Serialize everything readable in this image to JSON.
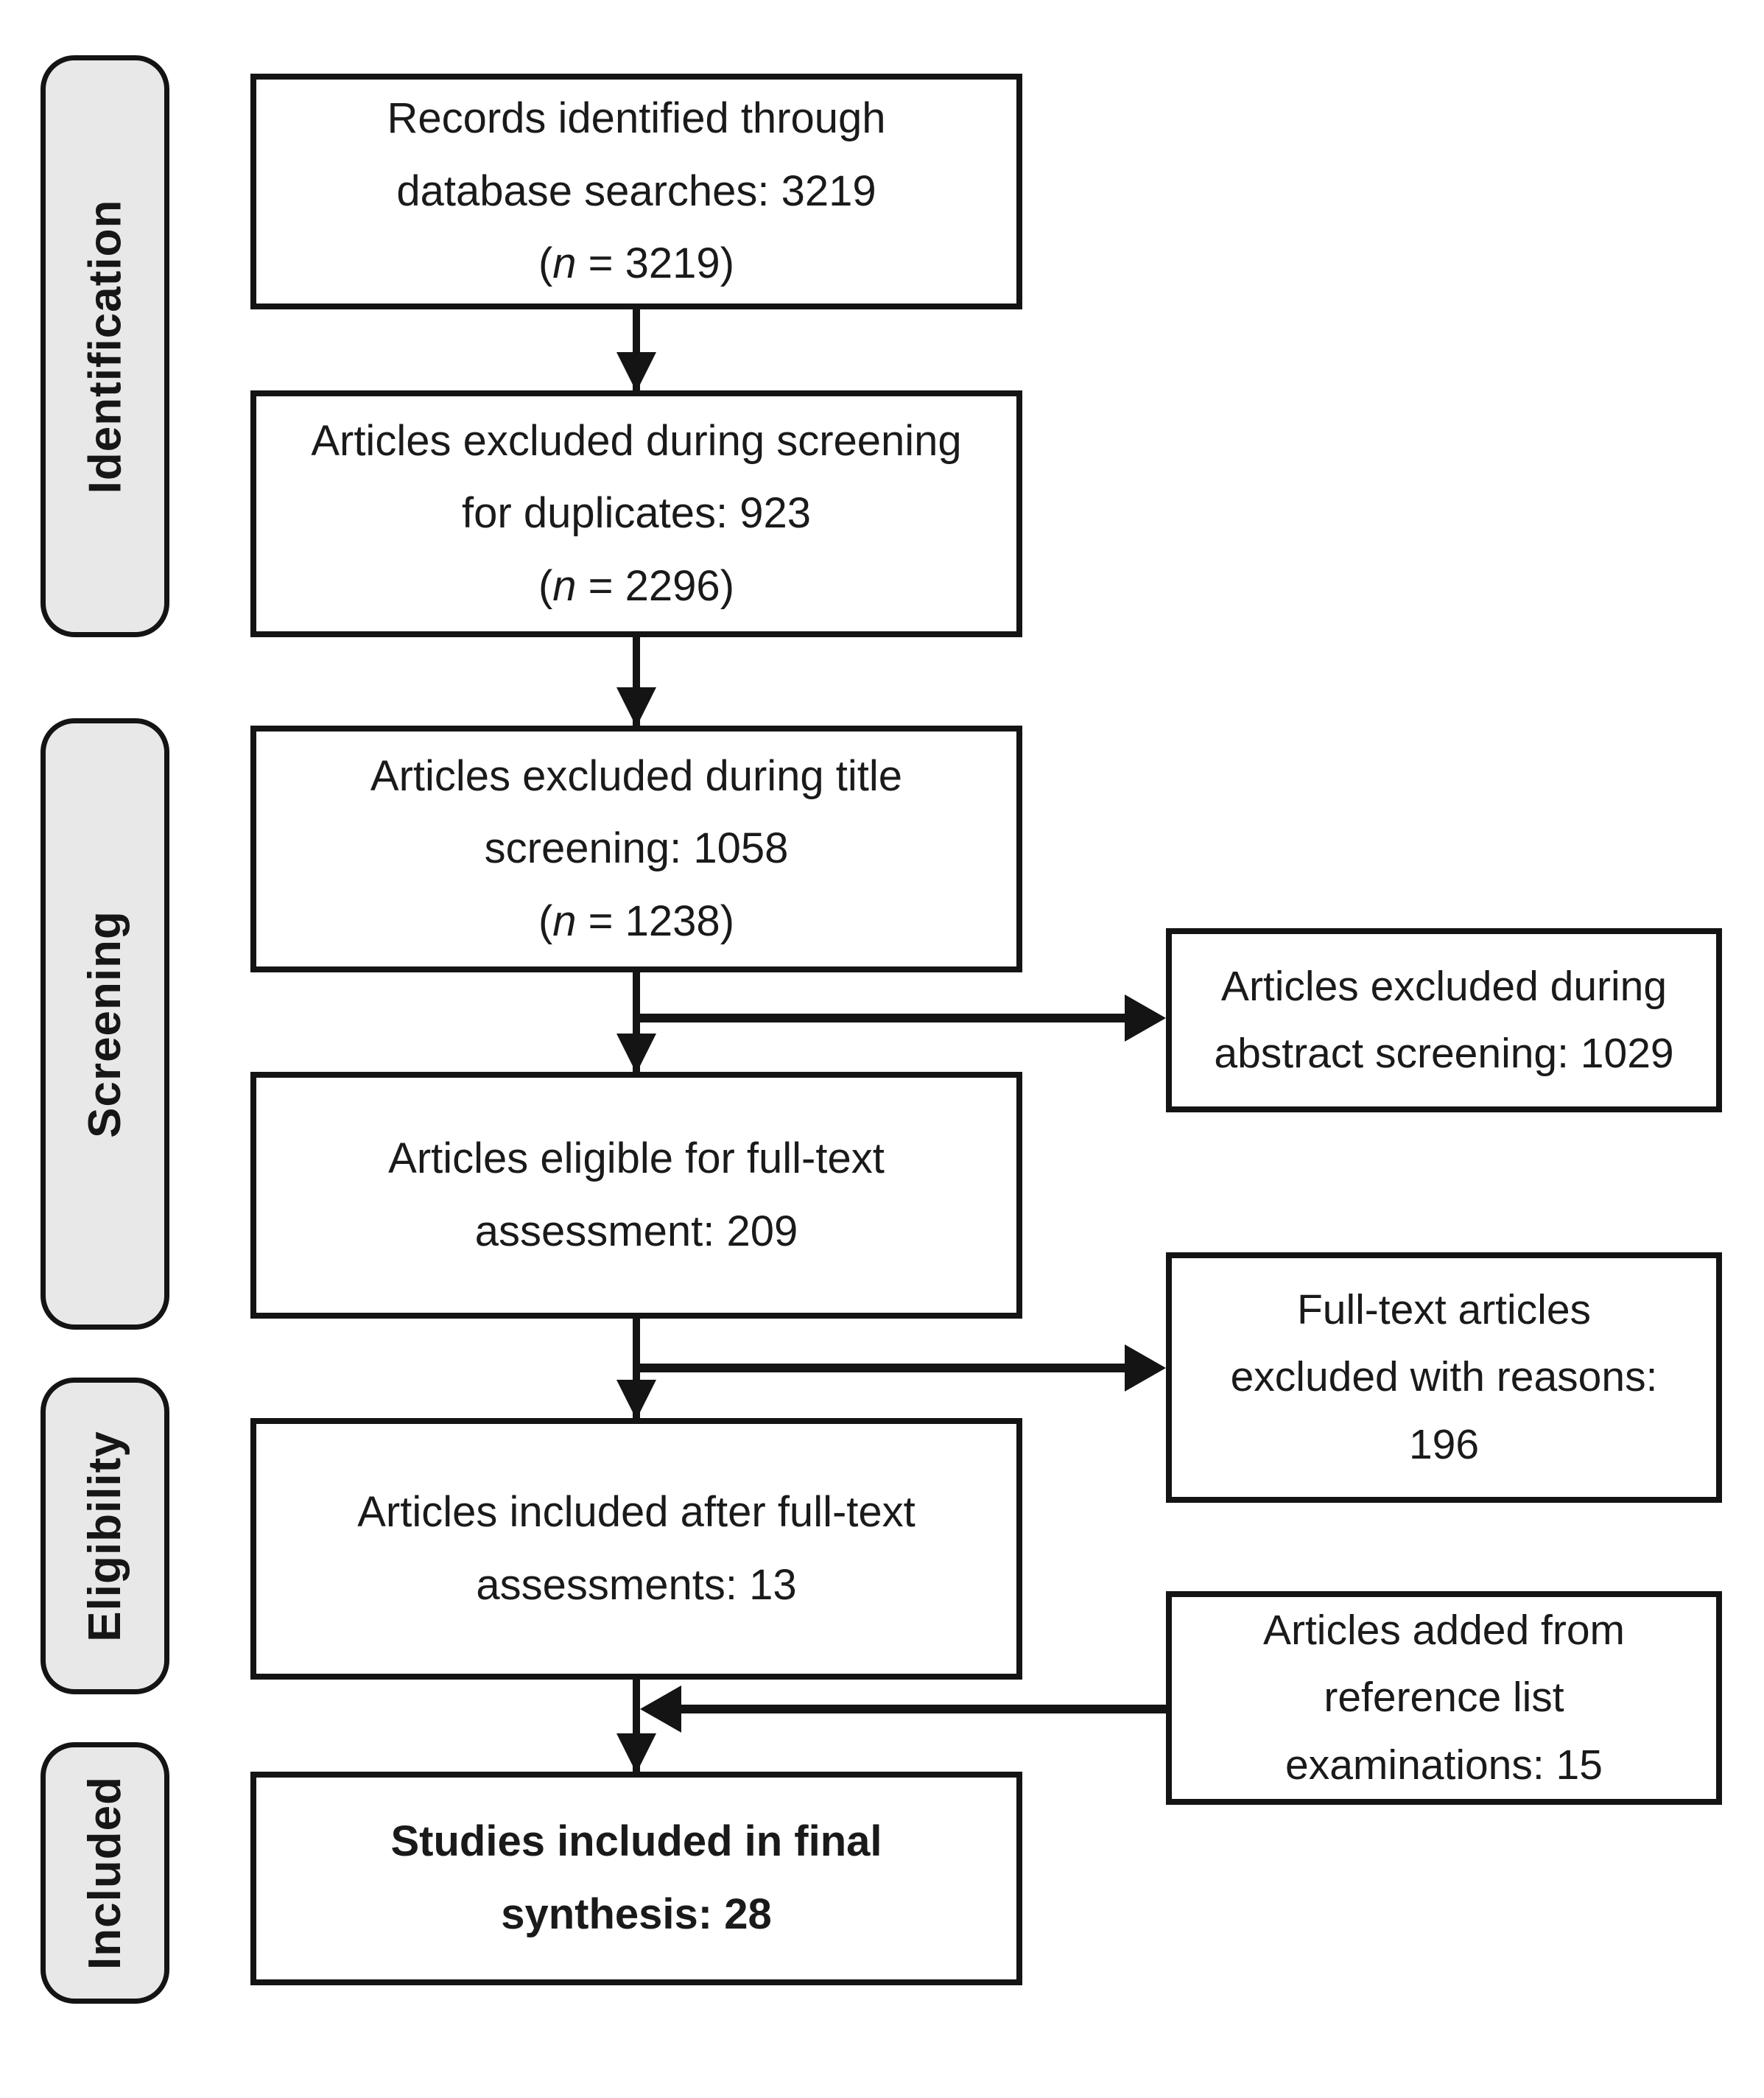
{
  "stages": [
    {
      "label": "Identification"
    },
    {
      "label": "Screening"
    },
    {
      "label": "Eligibility"
    },
    {
      "label": "Included"
    }
  ],
  "main_boxes": [
    {
      "lines": [
        "Records identified through",
        "database searches: 3219"
      ],
      "n_open": "(",
      "n_var": "n",
      "n_rest": " = 3219)"
    },
    {
      "lines": [
        "Articles excluded during screening",
        "for duplicates: 923"
      ],
      "n_open": "(",
      "n_var": "n",
      "n_rest": " = 2296)"
    },
    {
      "lines": [
        "Articles excluded during title",
        "screening: 1058"
      ],
      "n_open": "(",
      "n_var": "n",
      "n_rest": " = 1238)"
    },
    {
      "lines": [
        "Articles eligible for full-text",
        "assessment: 209"
      ]
    },
    {
      "lines": [
        "Articles included after full-text",
        "assessments: 13"
      ]
    },
    {
      "lines": [
        "Studies included in final",
        "synthesis: 28"
      ]
    }
  ],
  "side_boxes": [
    {
      "lines": [
        "Articles excluded during",
        "abstract screening: 1029"
      ]
    },
    {
      "lines": [
        "Full-text articles",
        "excluded with reasons:",
        "196"
      ]
    },
    {
      "lines": [
        "Articles added from",
        "reference list",
        "examinations: 15"
      ]
    }
  ],
  "colors": {
    "border": "#141414",
    "stage_fill": "#e8e8e8",
    "background": "#ffffff",
    "text": "#1a1a1a"
  }
}
